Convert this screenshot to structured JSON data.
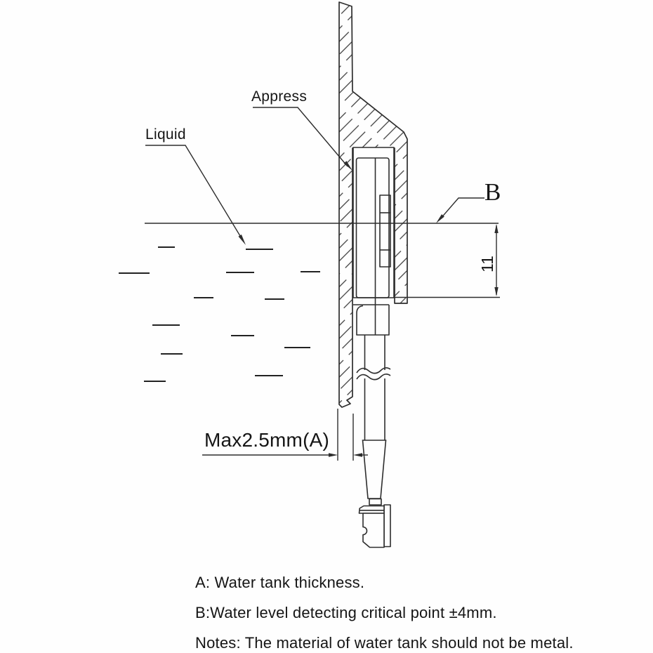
{
  "drawing": {
    "title": "Water level sensor installation section view",
    "component_labels": {
      "appress": "Appress",
      "liquid": "Liquid",
      "critical_point": "B"
    },
    "dimensions": {
      "depth_below_level": "11",
      "wall_thickness": "Max2.5mm(A)"
    },
    "notes": [
      "A: Water tank thickness.",
      "B:Water level detecting critical point ±4mm.",
      "Notes:  The material of water tank should not be metal."
    ],
    "colors": {
      "line": "#2d2d2d",
      "text": "#151515",
      "background": "#fefefe"
    }
  }
}
